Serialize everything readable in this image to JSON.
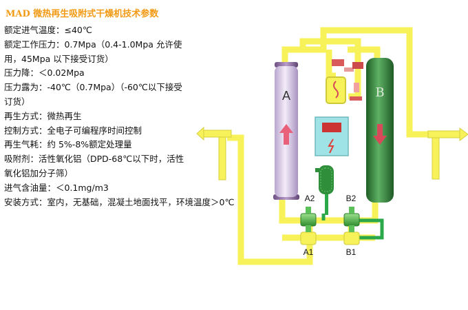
{
  "title": "MAD 微热再生吸附式干燥机技术参数",
  "specs": [
    "额定进气温度：≤40℃",
    "额定工作压力：0.7Mpa（0.4-1.0Mpa 允许使",
    "用，45Mpa 以下接受订货）",
    "压力降：＜0.02Mpa",
    "压力露为：-40℃（0.7Mpa）（-60℃以下接受",
    "订货）",
    "再生方式：微热再生",
    "控制方式：全电子可编程序时间控制",
    "再生气耗：约 5%-8%额定处理量",
    "吸附剂：活性氧化铝（DPD-68℃以下时，活性",
    "氧化铝加分子筛）",
    "进气含油量：＜0.1mg/m3",
    "安装方式：室内，无基础，混凝土地面找平，环境温度＞0℃"
  ],
  "diagram": {
    "tower_a_label": "A",
    "tower_b_label": "B",
    "valve_labels": [
      "A2",
      "B2",
      "A1",
      "B1"
    ],
    "colors": {
      "pipe": "#f7f25a",
      "pipe_edge": "#cfc93a",
      "green_pipe": "#2aa84a",
      "tower_a": "#d8c8e4",
      "tower_b": "#2f7a35",
      "arrow_a": "#e8607a",
      "arrow_b": "#d84a5a",
      "panel": "#9fe3e6",
      "title": "#f39a14"
    }
  }
}
